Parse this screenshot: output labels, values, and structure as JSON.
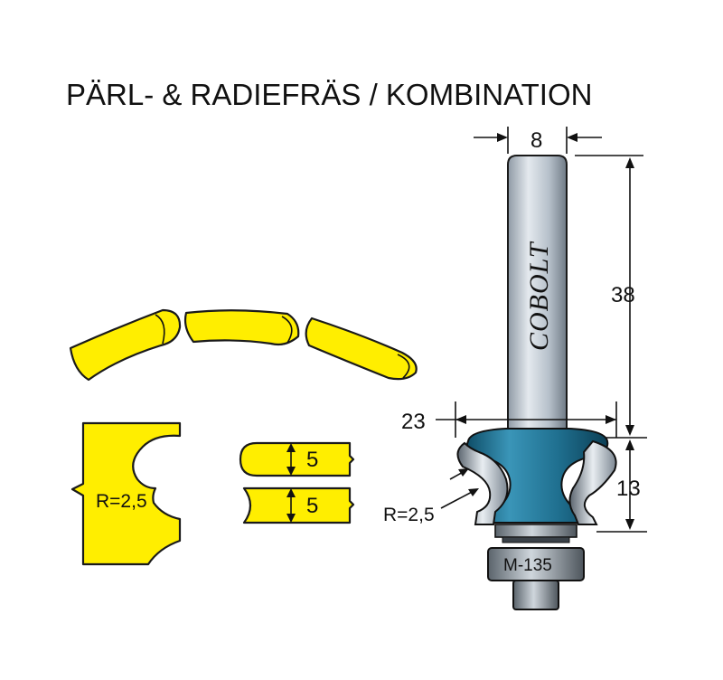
{
  "title": "PÄRL- & RADIEFRÄS / KOMBINATION",
  "brand": "COBOLT",
  "model": "M-135",
  "dimensions": {
    "shank_diameter": "8",
    "total_length": "38",
    "cutter_diameter": "23",
    "cutting_height": "13",
    "radius_bit": "R=2,5",
    "radius_profile": "R=2,5",
    "profile_offset_upper": "5",
    "profile_offset_lower": "5"
  },
  "colors": {
    "profile_fill": "#ffee00",
    "cutter_body": "#1f6f8f",
    "shank": "#b8c2cc",
    "outline": "#1a1a1a"
  }
}
